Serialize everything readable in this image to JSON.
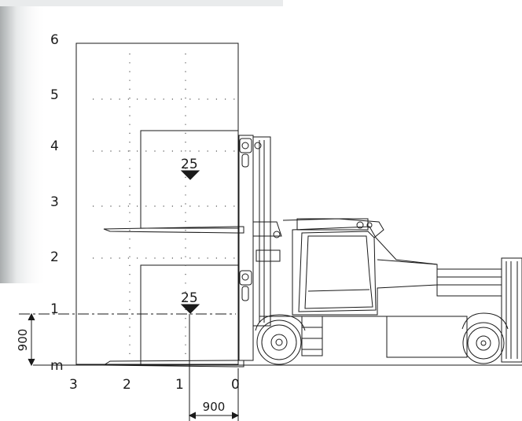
{
  "diagram": {
    "y_axis": {
      "ticks": [
        "6",
        "5",
        "4",
        "3",
        "2",
        "1"
      ],
      "unit": "m"
    },
    "x_axis": {
      "ticks": [
        "3",
        "2",
        "1",
        "0"
      ]
    },
    "load_centers": [
      {
        "value": "25"
      },
      {
        "value": "25"
      }
    ],
    "dimensions": {
      "vertical": "900",
      "horizontal": "900"
    }
  },
  "colors": {
    "line": "#1a1a1a",
    "grid_dots": "#555555",
    "shade_left": "#a9adae"
  }
}
